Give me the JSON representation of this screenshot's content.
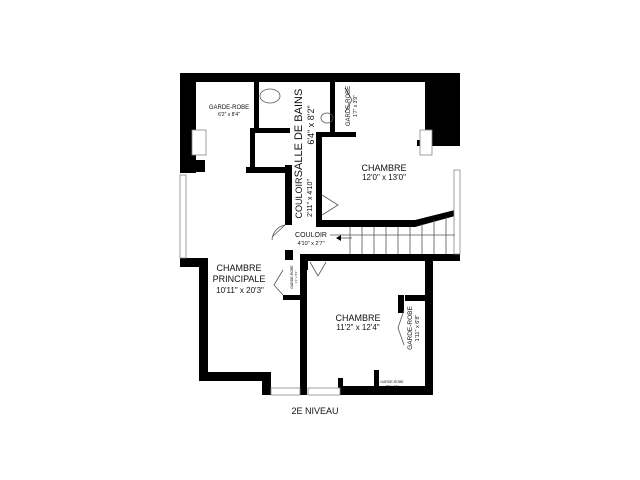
{
  "plan": {
    "level_label": "2E NIVEAU",
    "rooms": [
      {
        "name": "GARDE-ROBE",
        "size": "6'2\" x 8'4\""
      },
      {
        "name": "SALLE DE BAINS",
        "size": "6'4\" x 8'2\""
      },
      {
        "name": "GARDE-ROBE",
        "size": "1'7\" x 3'9\""
      },
      {
        "name": "CHAMBRE",
        "size": "12'0\" x 13'0\""
      },
      {
        "name": "COULOIR",
        "size": "2'11\" x 4'10\""
      },
      {
        "name": "COULOIR",
        "size": "4'10\" x 2'7\""
      },
      {
        "name_line1": "CHAMBRE",
        "name_line2": "PRINCIPALE",
        "size": "10'11\" x 20'3\""
      },
      {
        "name": "GARDE-ROBE",
        "size": "1'1\" x 5'1\""
      },
      {
        "name": "CHAMBRE",
        "size": "11'2\" x 12'4\""
      },
      {
        "name": "GARDE-ROBE",
        "size": "1'11\" x 6'8\""
      },
      {
        "name": "GARDE-ROBE",
        "size": "4'6\" x 1'1\""
      }
    ]
  }
}
